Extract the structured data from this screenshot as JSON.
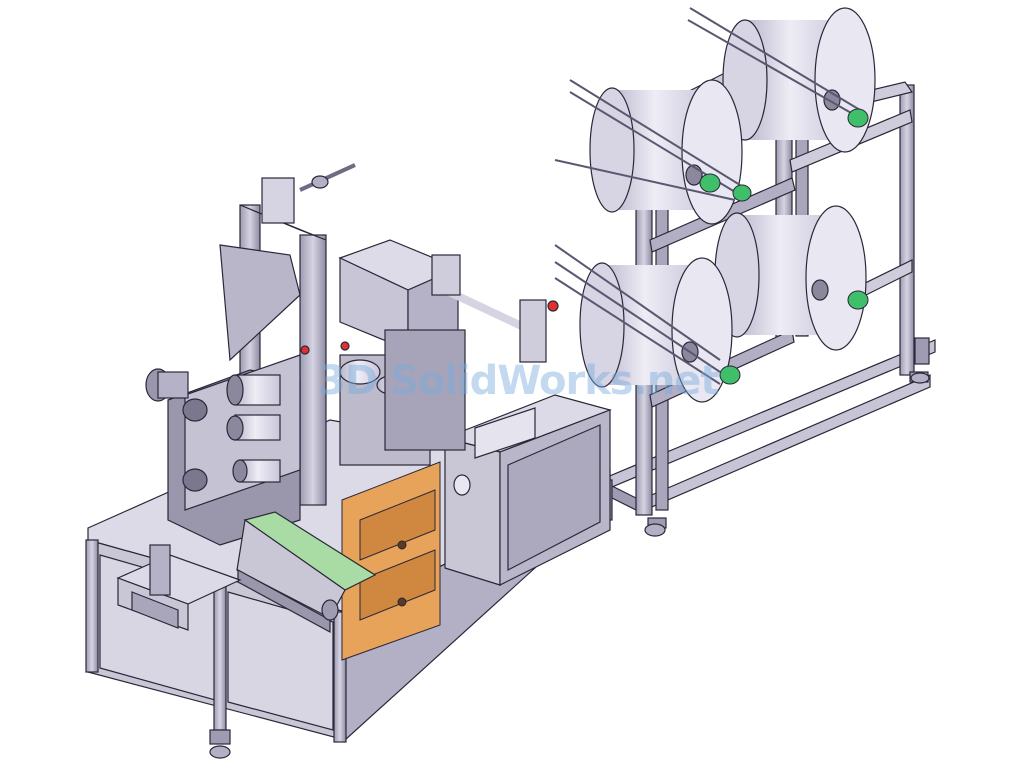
{
  "watermark": {
    "text": "3D SolidWorks.net"
  },
  "colors": {
    "frame": "#b8b6c8",
    "frame_dark": "#7e7c92",
    "panel": "#d4d2e0",
    "panel_dark": "#9d9ab0",
    "roll": "#e6e4f0",
    "roll_shade": "#c4c1d6",
    "orange": "#e8a35a",
    "conveyor": "#a8dca4",
    "bearing_green": "#3fbf6a",
    "red_knob": "#e03030",
    "outline": "#2a2838"
  },
  "components": [
    "aluminum-frame-base",
    "material-unwind-rack",
    "fabric-rolls",
    "control-cabinet",
    "touch-screen",
    "ultrasonic-welding-station",
    "folding-rollers",
    "output-conveyor",
    "fold-chute",
    "leveling-feet"
  ]
}
